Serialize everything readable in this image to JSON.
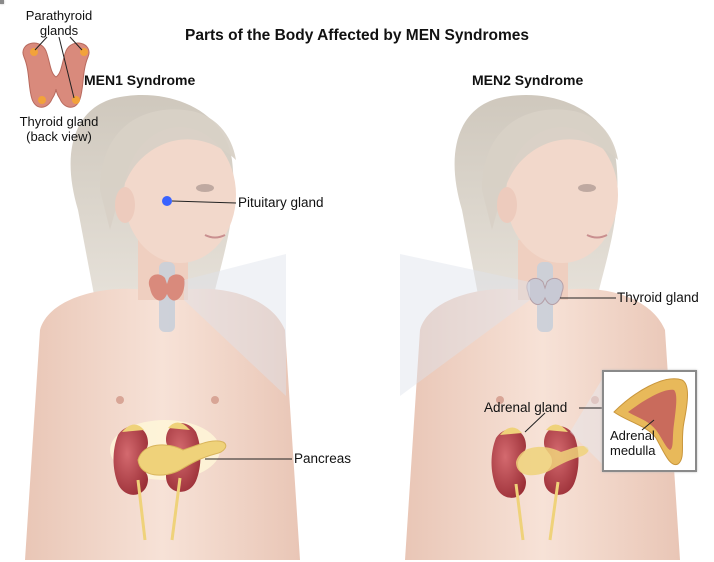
{
  "title": "Parts of the Body Affected by MEN Syndromes",
  "panels": {
    "men1": {
      "title": "MEN1 Syndrome",
      "labels": {
        "pituitary": "Pituitary gland",
        "pancreas": "Pancreas"
      }
    },
    "men2": {
      "title": "MEN2 Syndrome",
      "labels": {
        "thyroid": "Thyroid gland",
        "adrenal": "Adrenal gland"
      }
    }
  },
  "insets": {
    "parathyroid": {
      "top_label_line1": "Parathyroid",
      "top_label_line2": "glands",
      "bottom_label_line1": "Thyroid gland",
      "bottom_label_line2": "(back view)"
    },
    "adrenal": {
      "label_line1": "Adrenal",
      "label_line2": "medulla"
    }
  },
  "colors": {
    "skin": "#f3d9cc",
    "hair": "#d9d2c7",
    "kidney": "#b5434a",
    "pancreas": "#efd27a",
    "thyroid": "#d98a7c",
    "pituitary_marker": "#3a63ff",
    "adrenal_cortex": "#e8b95a",
    "adrenal_medulla": "#c96b5c"
  }
}
